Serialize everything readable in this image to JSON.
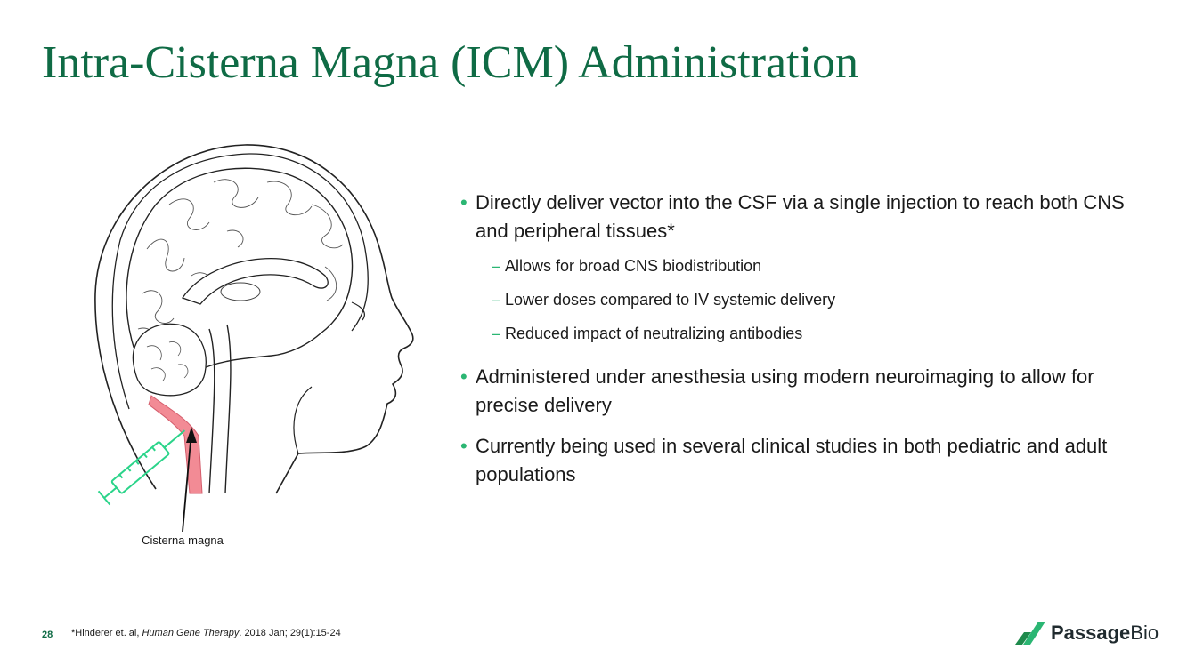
{
  "slide": {
    "title": "Intra-Cisterna Magna (ICM) Administration",
    "caption": "Cisterna magna",
    "page_number": "28",
    "footnote": {
      "prefix": "*Hinderer et. al, ",
      "journal": "Human Gene Therapy",
      "suffix": ". 2018 Jan; 29(1):15-24"
    },
    "brand": {
      "word1": "Passage",
      "word2": "Bio"
    }
  },
  "bullets": [
    {
      "text": "Directly deliver vector into the CSF via a single injection to reach both CNS and peripheral tissues*",
      "sub": [
        "Allows for broad CNS biodistribution",
        "Lower doses compared to IV systemic delivery",
        "Reduced impact of neutralizing antibodies"
      ]
    },
    {
      "text": "Administered under anesthesia using modern neuroimaging to allow for precise delivery"
    },
    {
      "text": "Currently being used in several clinical studies in both pediatric and adult populations"
    }
  ],
  "colors": {
    "title": "#0f6b45",
    "bullet_accent": "#2bb673",
    "cisterna_highlight": "#f28b95",
    "syringe": "#2bd48a"
  },
  "icons": [
    "head-sagittal-illustration",
    "syringe-icon",
    "arrow-pointer",
    "passage-bio-logo-icon"
  ]
}
